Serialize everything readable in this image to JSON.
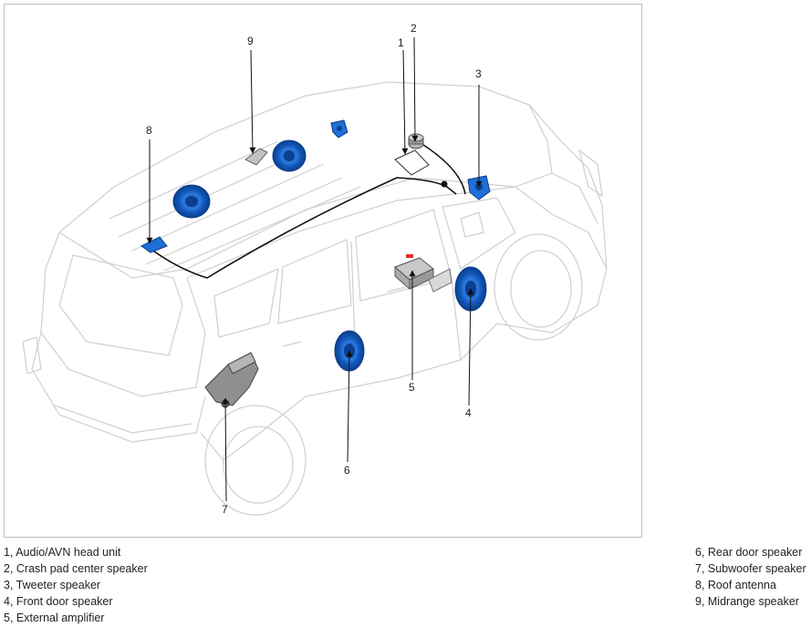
{
  "callouts": {
    "c1": "1",
    "c2": "2",
    "c3": "3",
    "c4": "4",
    "c5": "5",
    "c6": "6",
    "c7": "7",
    "c8": "8",
    "c9": "9"
  },
  "legend_left": [
    "1, Audio/AVN head unit",
    "2, Crash pad center speaker",
    "3, Tweeter speaker",
    "4, Front door speaker",
    "5, External amplifier"
  ],
  "legend_right": [
    "6, Rear door speaker",
    "7, Subwoofer speaker",
    "8, Roof antenna",
    "9, Midrange speaker"
  ],
  "colors": {
    "speaker_blue": "#1f6fd6",
    "speaker_dark": "#0b3f8f",
    "car_outline": "#c8c8c8",
    "wire": "#111111",
    "component_gray": "#9a9a9a"
  }
}
